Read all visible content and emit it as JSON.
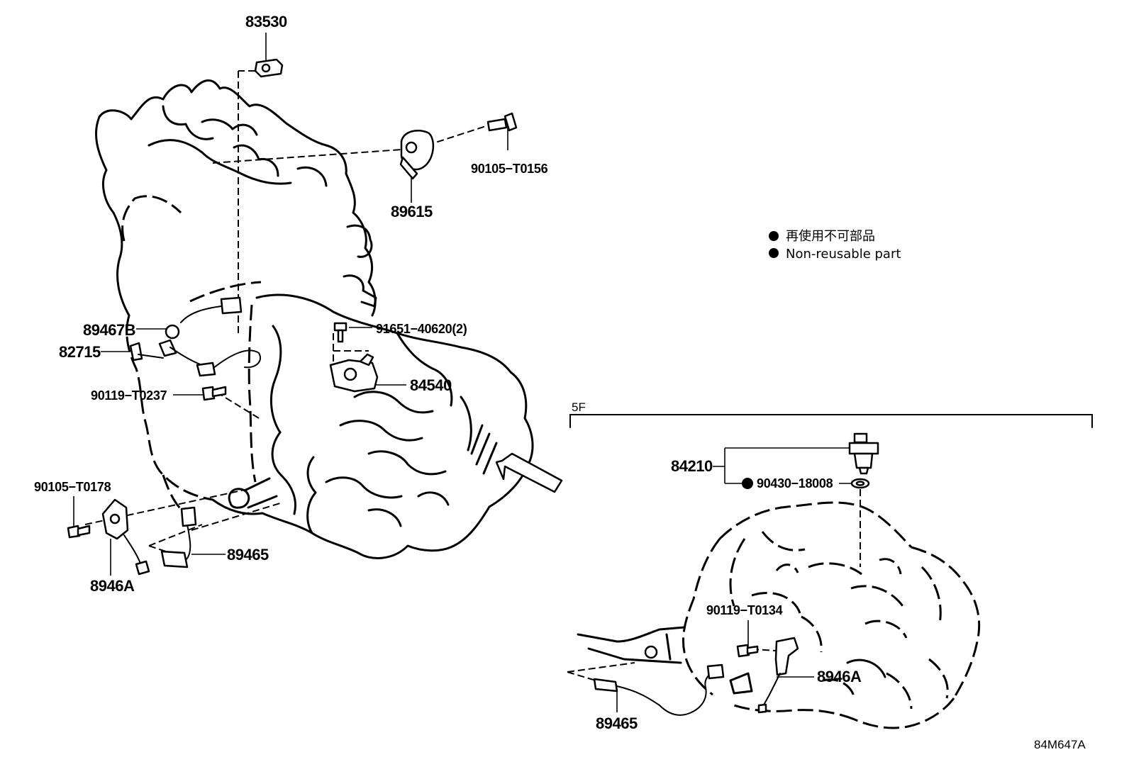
{
  "legend": {
    "line_ja": "再使用不可部品",
    "line_en": "Non-reusable part"
  },
  "section": {
    "label": "5F"
  },
  "diagram_code": "84M647A",
  "parts": {
    "p83530": "83530",
    "p90105_T0156": "90105−T0156",
    "p89615": "89615",
    "p89467B": "89467B",
    "p82715": "82715",
    "p91651": "91651−40620(2)",
    "p84540": "84540",
    "p90119_T0237": "90119−T0237",
    "p90105_T0178": "90105−T0178",
    "p89465_left": "89465",
    "p8946A_left": "8946A",
    "p84210": "84210",
    "p90430": "90430−18008",
    "p90119_T0134": "90119−T0134",
    "p8946A_right": "8946A",
    "p89465_right": "89465"
  }
}
